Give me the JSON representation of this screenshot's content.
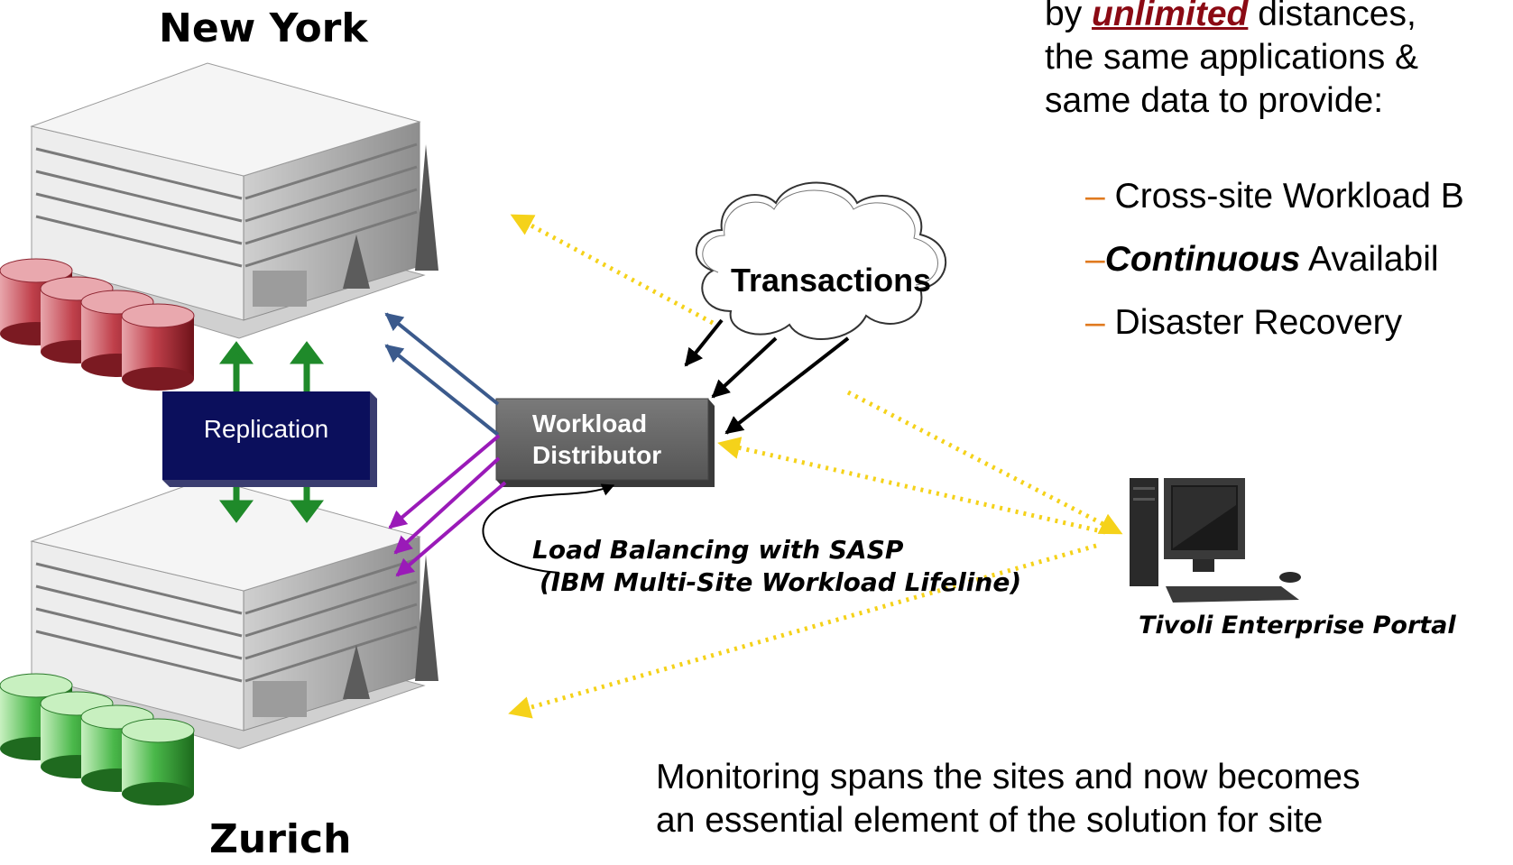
{
  "sites": {
    "primary": "New York",
    "secondary": "Zurich"
  },
  "boxes": {
    "replication": "Replication",
    "workload_line1": "Workload",
    "workload_line2": "Distributor",
    "transactions": "Transactions"
  },
  "captions": {
    "load_balancing_line1": "Load Balancing with SASP",
    "load_balancing_line2": "(IBM Multi-Site Workload Lifeline)",
    "portal": "Tivoli Enterprise Portal"
  },
  "intro": {
    "line1_prefix": "by ",
    "line1_emph": "unlimited",
    "line1_suffix": " distances,",
    "line2": "the same applications &",
    "line3": "same data to provide:"
  },
  "bullets": [
    {
      "dash": "–",
      "emph": "",
      "text": " Cross-site Workload B"
    },
    {
      "dash": "–",
      "emph": "Continuous",
      "text": " Availabil"
    },
    {
      "dash": "–",
      "emph": "",
      "text": " Disaster Recovery"
    }
  ],
  "monitoring": {
    "line1": "Monitoring spans the sites and now becomes",
    "line2": "an essential element of the solution for site"
  },
  "colors": {
    "replication_fill": "#0b0f5c",
    "workload_fill": "#6b6b6b",
    "primary_db": "#b5343f",
    "secondary_db": "#3aa83a",
    "replication_arrows": "#1f8a2a",
    "ny_arrows": "#3b5a8c",
    "zurich_arrows": "#9a1ab8",
    "monitor_links": "#f5d21a",
    "bullet_dash": "#e07a1f"
  }
}
